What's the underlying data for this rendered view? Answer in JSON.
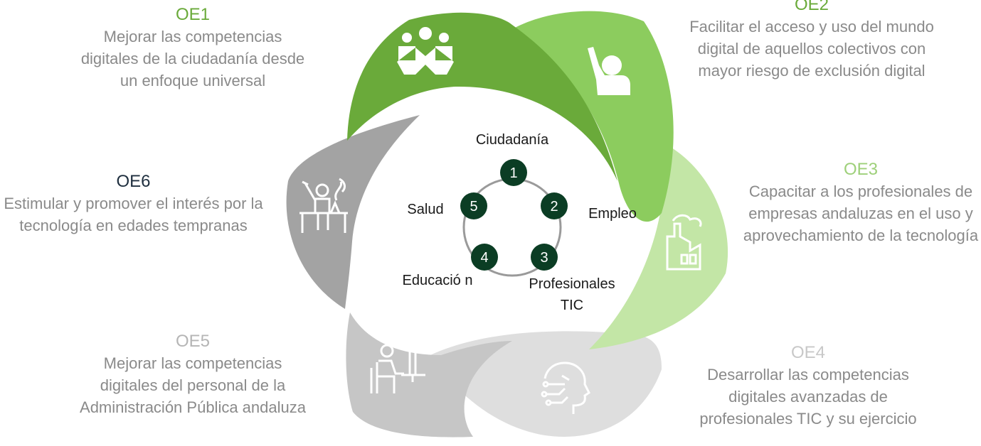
{
  "objectives": [
    {
      "code": "OE1",
      "description": "Mejorar las competencias digitales de la ciudadanía desde un enfoque universal",
      "color": "#6aaa3a",
      "petal_color": "#6aaa3a",
      "icon": "people-group-icon"
    },
    {
      "code": "OE2",
      "description": "Facilitar el acceso y uso del mundo digital de aquellos colectivos con mayor riesgo de exclusión digital",
      "color": "#6aaa3a",
      "petal_color": "#8ccc5e",
      "icon": "person-raising-hand-icon"
    },
    {
      "code": "OE3",
      "description": "Capacitar a los profesionales de empresas andaluzas en el uso y aprovechamiento de la tecnología",
      "color": "#9ed07a",
      "petal_color": "#c3e6a6",
      "icon": "factory-icon"
    },
    {
      "code": "OE4",
      "description": "Desarrollar las competencias digitales avanzadas de profesionales TIC y su ejercicio",
      "color": "#c8c8c8",
      "petal_color": "#dedede",
      "icon": "head-circuit-icon"
    },
    {
      "code": "OE5",
      "description": "Mejorar las competencias digitales del personal de la Administración Pública andaluza",
      "color": "#b5b5b5",
      "petal_color": "#c6c6c6",
      "icon": "person-at-computer-icon"
    },
    {
      "code": "OE6",
      "description": "Estimular y promover el interés por la tecnología en edades tempranas",
      "color": "#1f2f3f",
      "petal_color": "#a3a3a3",
      "icon": "child-scientist-icon"
    }
  ],
  "center": {
    "nodes": [
      {
        "number": "1",
        "label": "Ciudadanía"
      },
      {
        "number": "2",
        "label": "Empleo"
      },
      {
        "number": "3",
        "label": "Profesionales TIC"
      },
      {
        "number": "4",
        "label": "Educació n"
      },
      {
        "number": "5",
        "label": "Salud"
      }
    ],
    "node_color": "#0b3d24",
    "ring_color": "#9a9a9a"
  }
}
